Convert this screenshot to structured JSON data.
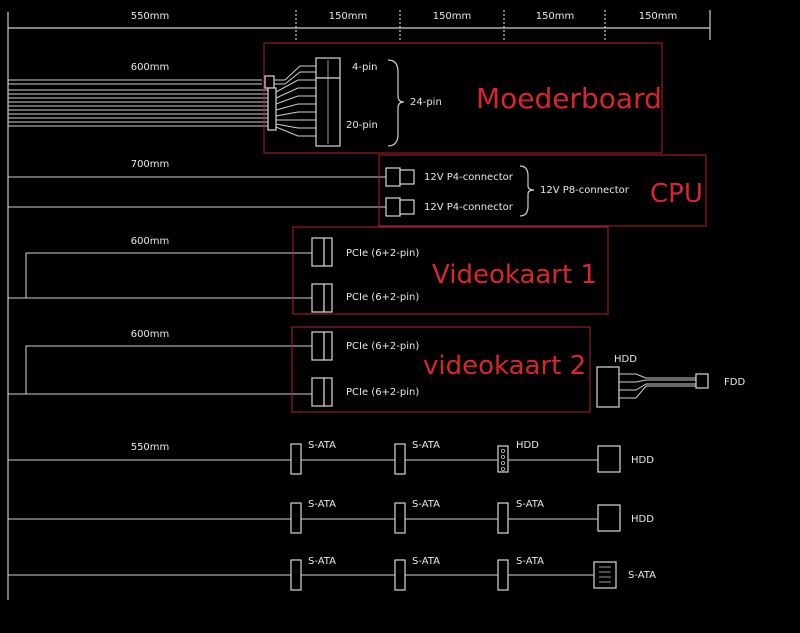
{
  "ruler": {
    "seg1": "550mm",
    "seg2": "150mm",
    "seg3": "150mm",
    "seg4": "150mm",
    "seg5": "150mm"
  },
  "motherboard": {
    "length": "600mm",
    "pin4": "4-pin",
    "pin20": "20-pin",
    "pin24": "24-pin",
    "label": "Moederboard"
  },
  "cpu": {
    "length": "700mm",
    "p4a": "12V P4-connector",
    "p4b": "12V P4-connector",
    "p8": "12V P8-connector",
    "label": "CPU"
  },
  "gpu1": {
    "length": "600mm",
    "pcie_a": "PCIe (6+2-pin)",
    "pcie_b": "PCIe (6+2-pin)",
    "label": "Videokaart 1"
  },
  "gpu2": {
    "length": "600mm",
    "pcie_a": "PCIe (6+2-pin)",
    "pcie_b": "PCIe (6+2-pin)",
    "label": "videokaart 2",
    "hdd": "HDD",
    "fdd": "FDD"
  },
  "sata_row1": {
    "length": "550mm",
    "c1": "S-ATA",
    "c2": "S-ATA",
    "c3": "HDD",
    "c4": "HDD"
  },
  "sata_row2": {
    "c1": "S-ATA",
    "c2": "S-ATA",
    "c3": "S-ATA",
    "c4": "HDD"
  },
  "sata_row3": {
    "c1": "S-ATA",
    "c2": "S-ATA",
    "c3": "S-ATA",
    "c4": "S-ATA"
  },
  "colors": {
    "background": "#000000",
    "line": "#cfcfcf",
    "accent_red": "#d8262f",
    "box_red": "#b01e2b"
  }
}
